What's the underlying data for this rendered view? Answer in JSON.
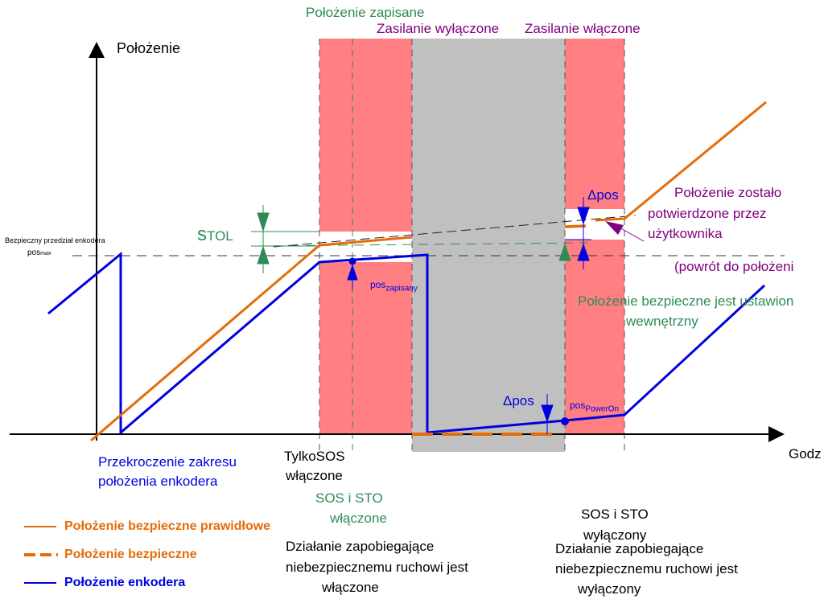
{
  "labels": {
    "position_saved": "Położenie zapisane",
    "power_off": "Zasilanie wyłączone",
    "power_on": "Zasilanie włączone",
    "y_axis": "Położenie",
    "x_axis": "Godz",
    "safe_range": "Bezpieczny przedział enkodera",
    "pos_max_base": "pos",
    "pos_max_sub": "max",
    "stol_base": "s",
    "stol_sub": "TOL",
    "pos_saved_base": "pos",
    "pos_saved_sub": "zapisany",
    "delta_pos": "Δpos",
    "pos_poweron_base": "pos",
    "pos_poweron_sub": "PowerOn",
    "confirmed_1": "Położenie zostało",
    "confirmed_2": "potwierdzone przez",
    "confirmed_3a": "użytkownika",
    "confirmed_3b": "(powrót do położeni",
    "internal_1": "Położenie bezpieczne jest ustawion",
    "internal_2": "wewnętrzny",
    "overflow_1": "Przekroczenie zakresu",
    "overflow_2": "położenia enkodera",
    "sos_only_1": "TylkoSOS",
    "sos_only_2": "włączone",
    "sos_sto_on_1": "SOS i STO",
    "sos_sto_on_2": "włączone",
    "sos_sto_off_1": "SOS i STO",
    "sos_sto_off_2": "wyłączony",
    "prevent_on_1": "Działanie zapobiegające",
    "prevent_on_2": "niebezpiecznemu ruchowi jest",
    "prevent_on_3": "włączone",
    "prevent_off_1": "Działanie zapobiegające",
    "prevent_off_2": "niebezpiecznemu ruchowi jest",
    "prevent_off_3": "wyłączony"
  },
  "legend": [
    {
      "label": "Położenie bezpieczne prawidłowe",
      "color": "#e46c0a",
      "style": "solid"
    },
    {
      "label": "Położenie bezpieczne",
      "color": "#e46c0a",
      "style": "dashed"
    },
    {
      "label": "Położenie enkodera",
      "color": "#0000e0",
      "style": "solid"
    }
  ],
  "colors": {
    "stop_zone": "#ff7f82",
    "power_off_zone": "#c0c0c0",
    "safe": "#e46c0a",
    "encoder": "#0000e0",
    "green": "#2e8b57",
    "purple": "#800080"
  }
}
